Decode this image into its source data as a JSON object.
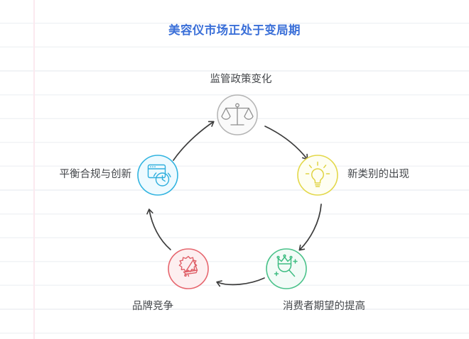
{
  "page": {
    "title": "美容仪市场正处于变局期",
    "title_color": "#3a6fd8",
    "background": "notebook-ruled-paper",
    "paper_rule_color": "#f1f3f6",
    "margin_rule_color": "#fbe9ef"
  },
  "diagram": {
    "type": "cycle",
    "direction": "clockwise",
    "arrow_color": "#3c3c3c",
    "nodes": [
      {
        "id": "regulation",
        "label": "监管政策变化",
        "icon": "balance-scales-icon",
        "color": "#9a9a9a",
        "fill": "#fafafa",
        "position": "top"
      },
      {
        "id": "new-category",
        "label": "新类别的出现",
        "icon": "lightbulb-icon",
        "color": "#e3d84a",
        "fill": "#fefef2",
        "position": "right"
      },
      {
        "id": "consumer-expectation",
        "label": "消费者期望的提高",
        "icon": "crown-magnifier-icon",
        "color": "#4ac28a",
        "fill": "#f2fbf7",
        "position": "bottom-right"
      },
      {
        "id": "brand-competition",
        "label": "品牌竞争",
        "icon": "megaphone-burst-icon",
        "color": "#e6666e",
        "fill": "#fdeff0",
        "position": "bottom-left"
      },
      {
        "id": "balance-compliance",
        "label": "平衡合规与创新",
        "icon": "browser-clock-icon",
        "color": "#32b4e0",
        "fill": "#eefaff",
        "position": "left"
      }
    ]
  }
}
